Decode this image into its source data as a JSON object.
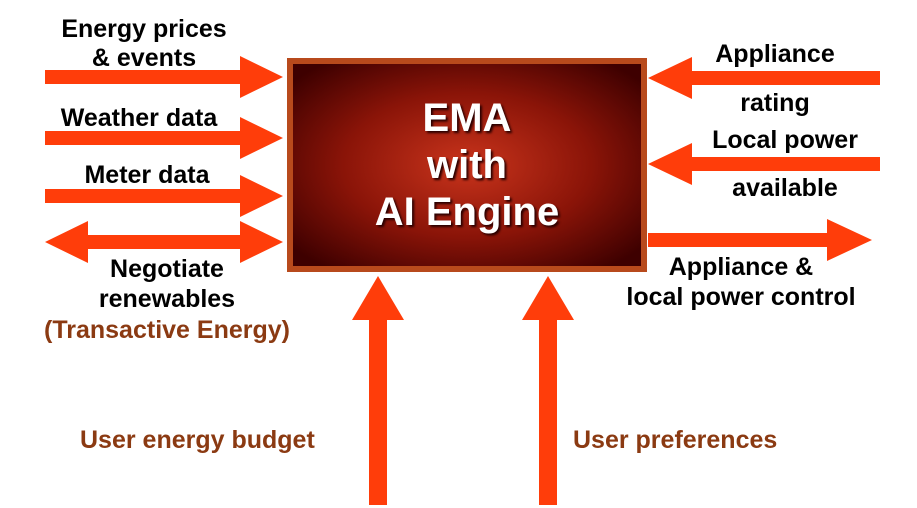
{
  "diagram": {
    "engine": {
      "lines": [
        "EMA",
        "with",
        "AI Engine"
      ]
    },
    "inputs_left": {
      "energy_prices": [
        "Energy prices",
        "& events"
      ],
      "weather": "Weather data",
      "meter": "Meter data",
      "negotiate": [
        "Negotiate",
        "renewables"
      ],
      "transactive": "(Transactive Energy)"
    },
    "inputs_right": {
      "appliance_rating": [
        "Appliance",
        "rating"
      ],
      "local_power": [
        "Local power",
        "available"
      ]
    },
    "outputs_right": {
      "control": [
        "Appliance &",
        "local power control"
      ]
    },
    "inputs_bottom": {
      "budget": "User energy budget",
      "preferences": "User preferences"
    },
    "colors": {
      "arrow": "#ff3d0a",
      "box_edge": "#b84a1c",
      "box_center": "#c0301a",
      "box_dark": "#4a0000",
      "accent_text": "#8b3a12"
    }
  }
}
